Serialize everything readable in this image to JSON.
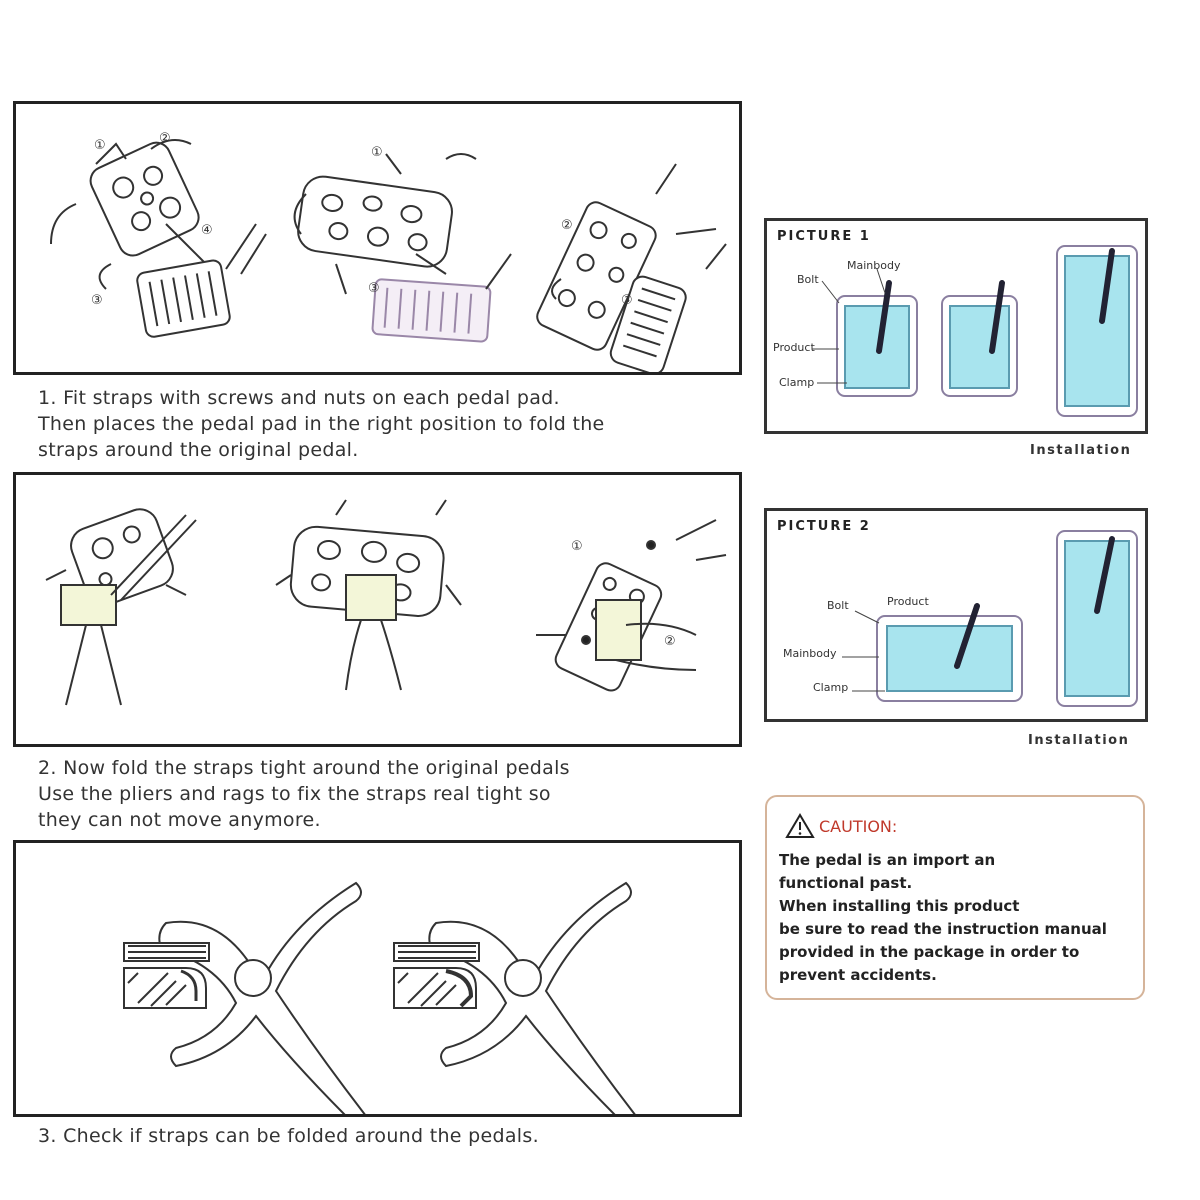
{
  "steps": [
    {
      "text": "1. Fit straps with screws and nuts on each pedal pad.\n    Then places the pedal pad in the right position to fold the\n    straps around the original pedal."
    },
    {
      "text": "2. Now fold the straps tight around the original pedals\n    Use the pliers and rags to fix the straps real tight so\n    they can not move anymore."
    },
    {
      "text": "3. Check if straps can be folded around the pedals."
    }
  ],
  "picture1": {
    "title": "PICTURE 1",
    "labels": {
      "bolt": "Bolt",
      "mainbody": "Mainbody",
      "product": "Product",
      "clamp": "Clamp"
    },
    "caption": "Installation"
  },
  "picture2": {
    "title": "PICTURE 2",
    "labels": {
      "bolt": "Bolt",
      "product": "Product",
      "mainbody": "Mainbody",
      "clamp": "Clamp"
    },
    "caption": "Installation"
  },
  "caution": {
    "heading": "CAUTION:",
    "body": "The pedal is an import an\nfunctional past.\nWhen installing this product\nbe sure to read the instruction manual\nprovided in the package in order to\nprevent accidents."
  },
  "markers": [
    "①",
    "②",
    "③",
    "④"
  ],
  "colors": {
    "pad_fill": "#a8e4ee",
    "caution_red": "#c0392b",
    "caution_border": "#d5b49a",
    "strap_fill": "#f3f6d8"
  }
}
